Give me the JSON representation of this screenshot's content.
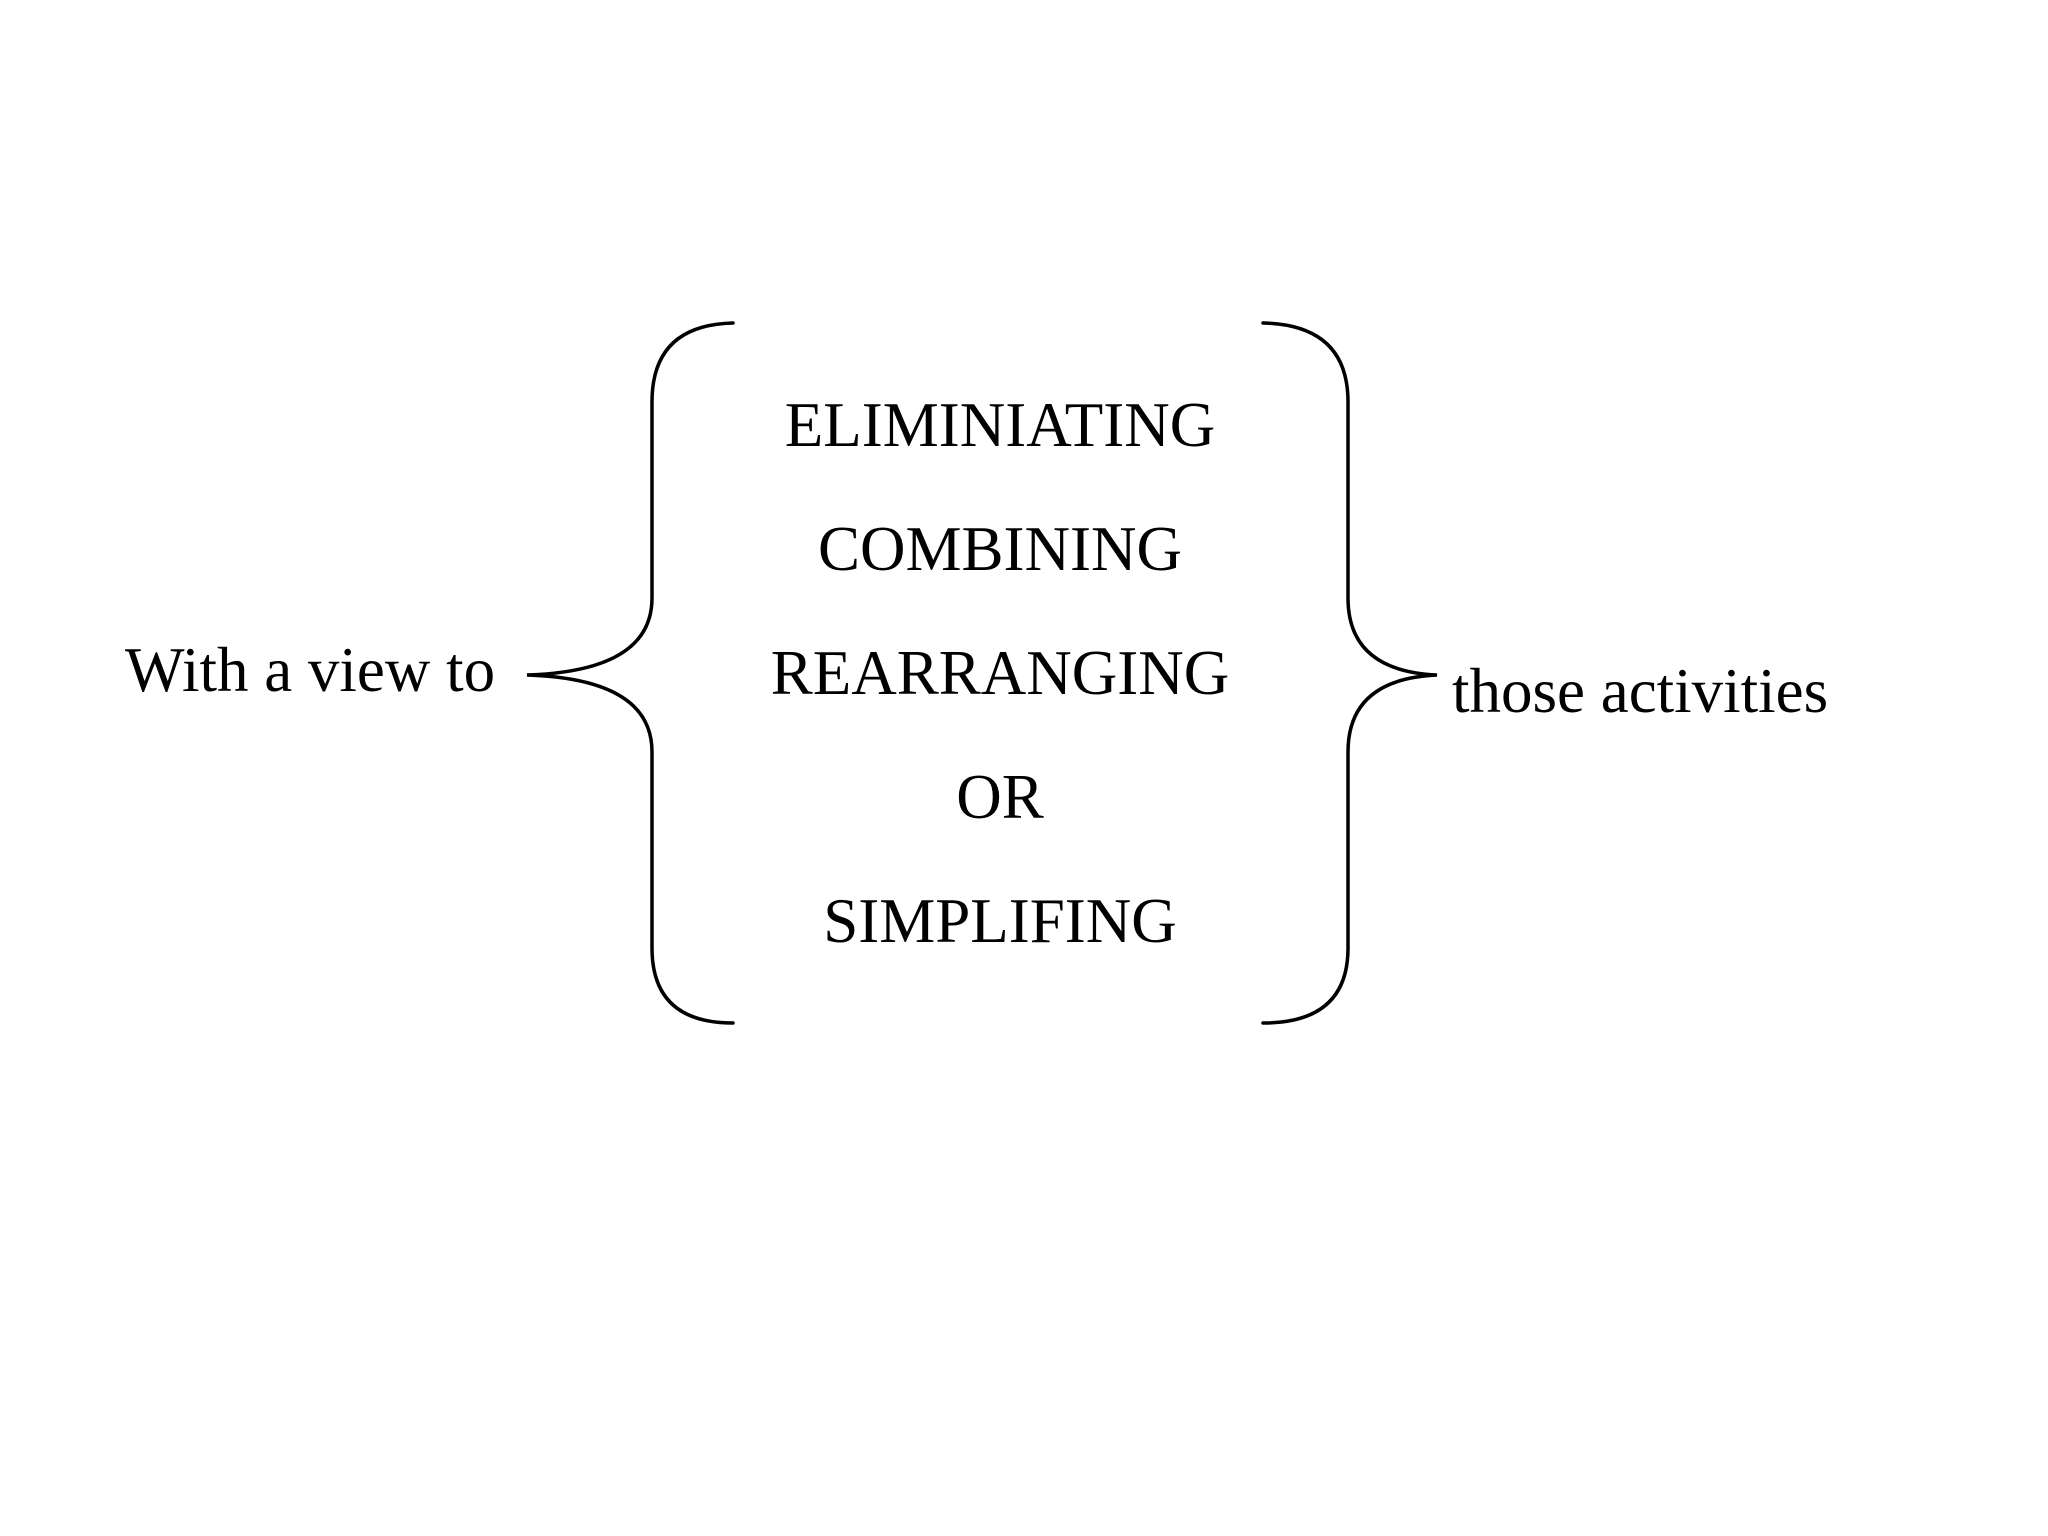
{
  "figure": {
    "left_label": "With a view to",
    "items": [
      "ELIMINIATING",
      "COMBINING",
      "REARRANGING",
      "OR",
      "SIMPLIFING"
    ],
    "right_label": "those activities",
    "text_color": "#000000",
    "background_color": "#ffffff",
    "brace_color": "#000000"
  }
}
